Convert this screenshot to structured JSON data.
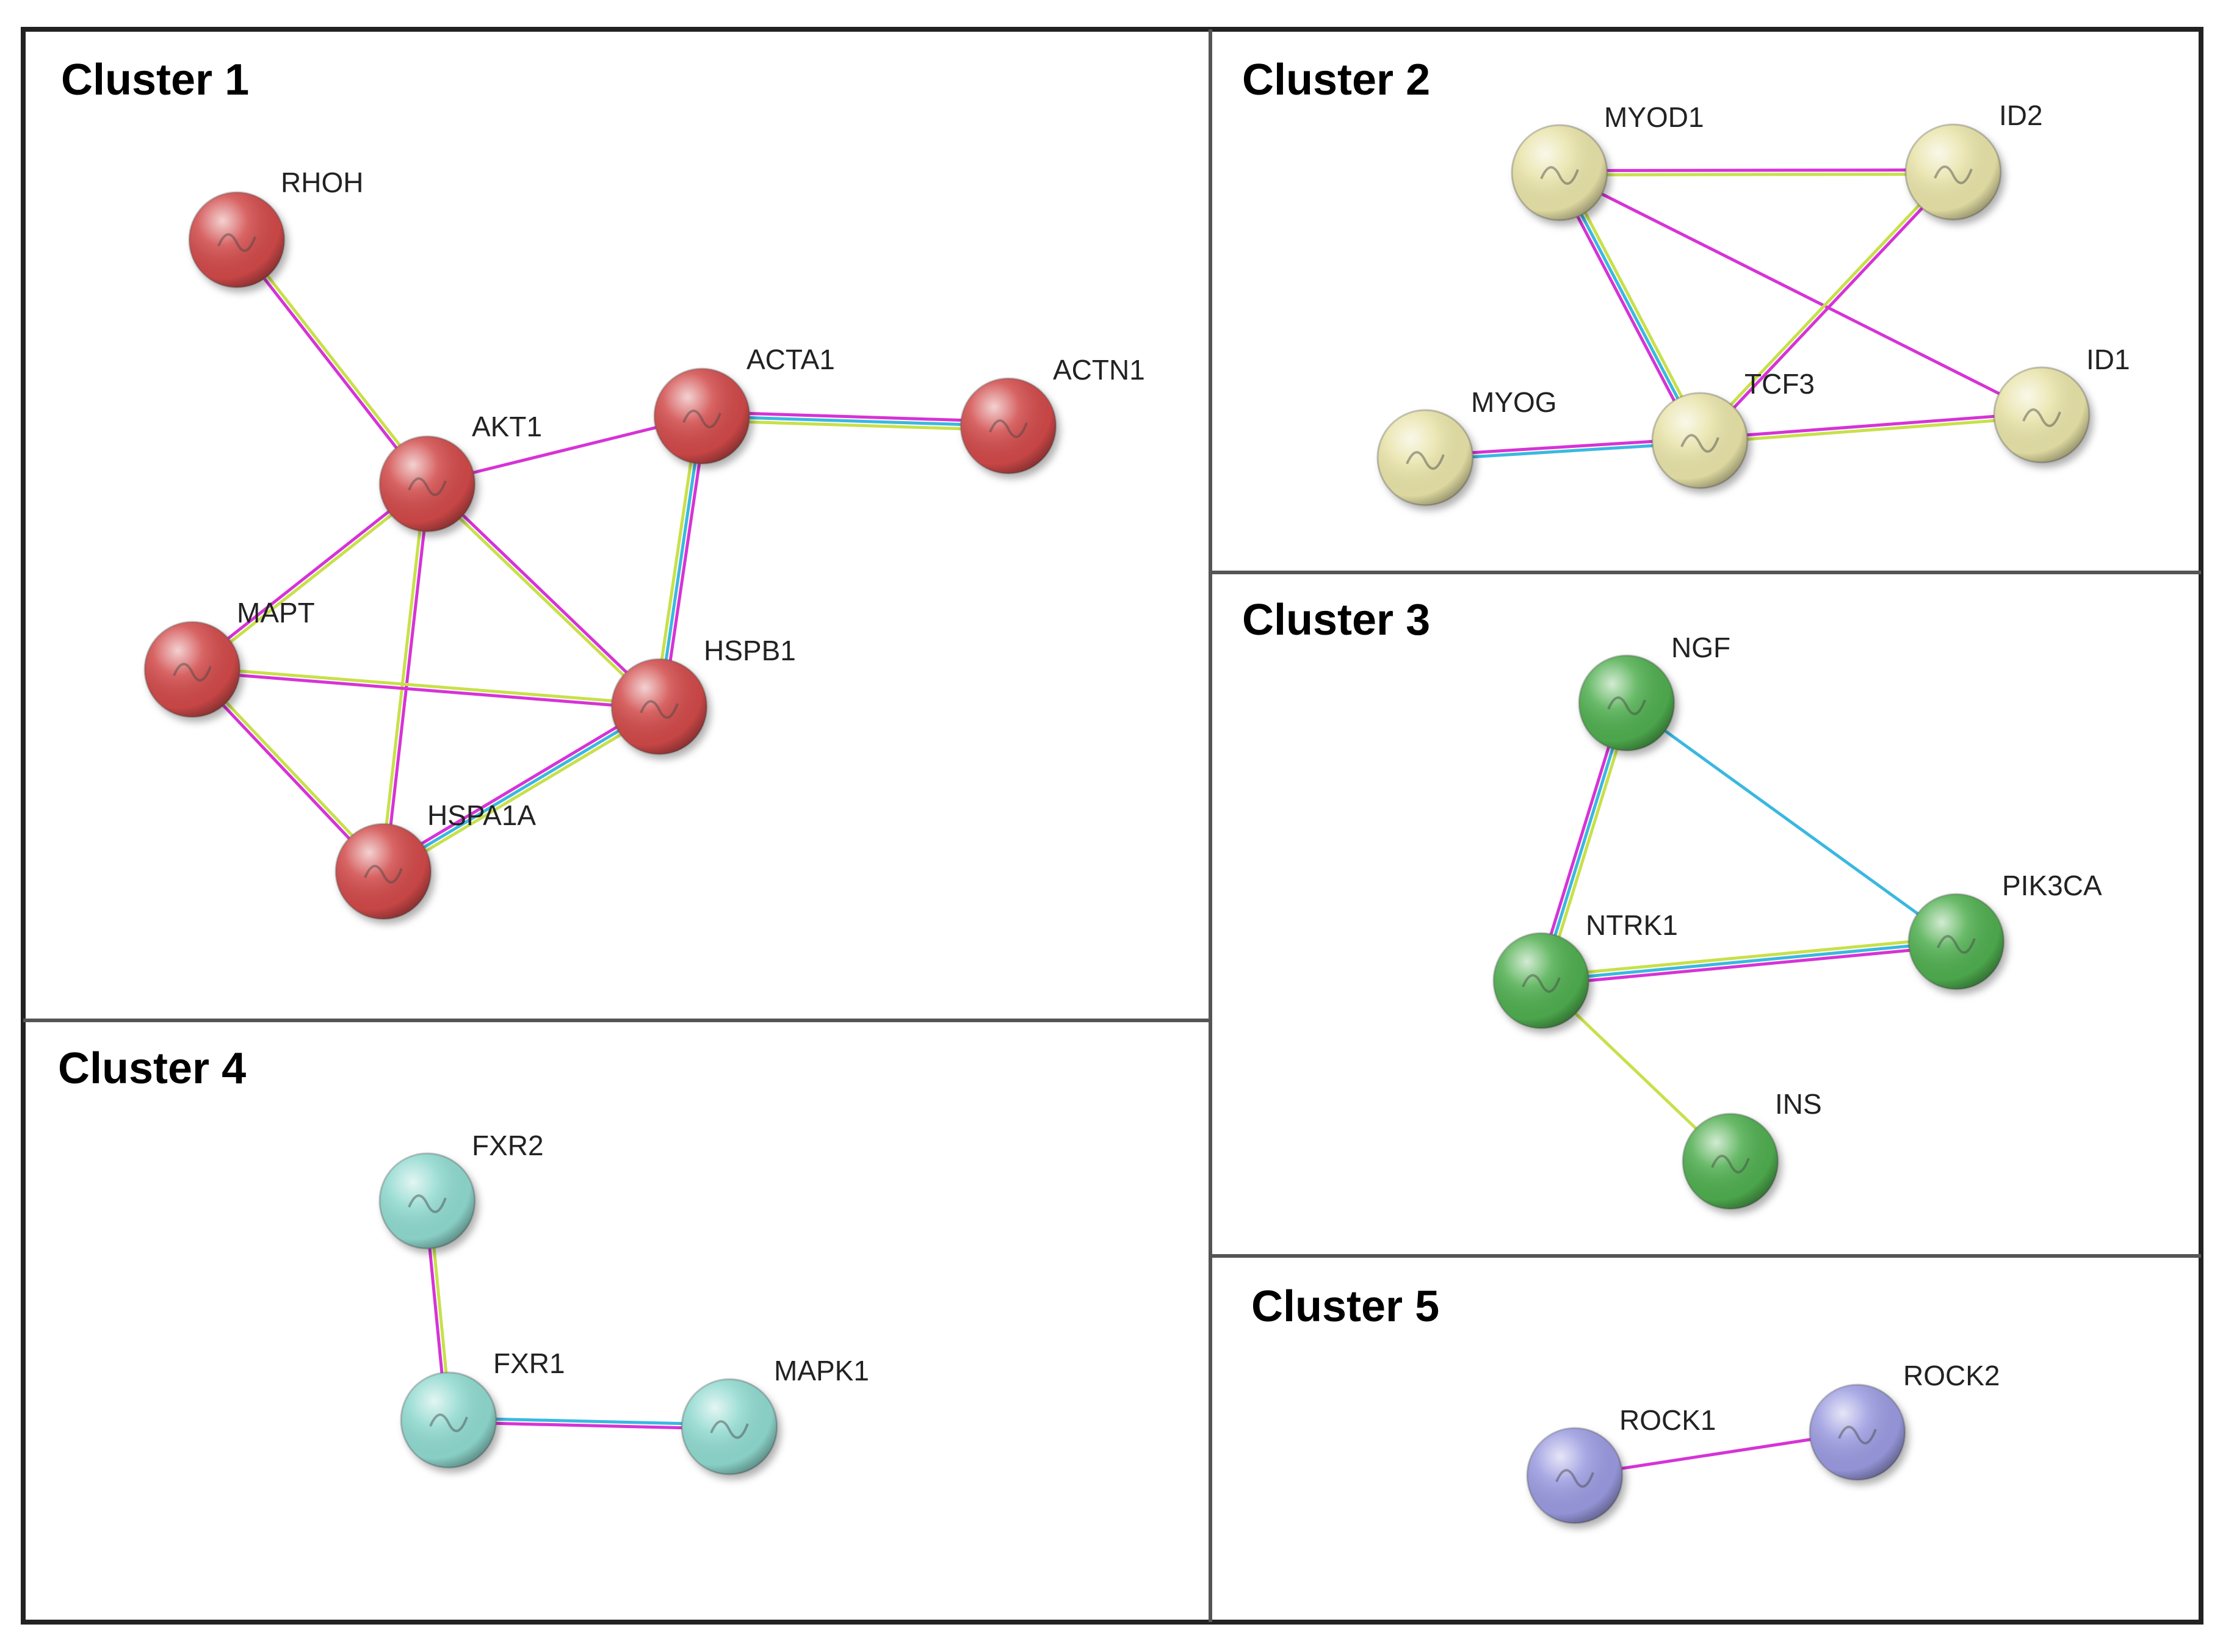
{
  "edge_colors": {
    "pink": "#d633d6",
    "yellow": "#c8e04a",
    "blue": "#3ab8e0"
  },
  "clusters": [
    {
      "title": "Cluster 1",
      "fill": "#d14a4a",
      "nodes": [
        {
          "id": "RHOH",
          "label": "RHOH"
        },
        {
          "id": "AKT1",
          "label": "AKT1"
        },
        {
          "id": "ACTA1",
          "label": "ACTA1"
        },
        {
          "id": "ACTN1",
          "label": "ACTN1"
        },
        {
          "id": "MAPT",
          "label": "MAPT"
        },
        {
          "id": "HSPB1",
          "label": "HSPB1"
        },
        {
          "id": "HSPA1A",
          "label": "HSPA1A"
        }
      ],
      "edges": [
        {
          "from": "RHOH",
          "to": "AKT1",
          "colors": [
            "yellow",
            "pink"
          ]
        },
        {
          "from": "AKT1",
          "to": "ACTA1",
          "colors": [
            "pink"
          ]
        },
        {
          "from": "ACTA1",
          "to": "ACTN1",
          "colors": [
            "pink",
            "blue",
            "yellow"
          ]
        },
        {
          "from": "AKT1",
          "to": "MAPT",
          "colors": [
            "yellow",
            "pink"
          ]
        },
        {
          "from": "AKT1",
          "to": "HSPB1",
          "colors": [
            "pink",
            "yellow"
          ]
        },
        {
          "from": "AKT1",
          "to": "HSPA1A",
          "colors": [
            "pink",
            "yellow"
          ]
        },
        {
          "from": "ACTA1",
          "to": "HSPB1",
          "colors": [
            "pink",
            "blue",
            "yellow"
          ]
        },
        {
          "from": "MAPT",
          "to": "HSPB1",
          "colors": [
            "yellow",
            "pink"
          ]
        },
        {
          "from": "MAPT",
          "to": "HSPA1A",
          "colors": [
            "yellow",
            "pink"
          ]
        },
        {
          "from": "HSPB1",
          "to": "HSPA1A",
          "colors": [
            "yellow",
            "blue",
            "pink"
          ]
        }
      ]
    },
    {
      "title": "Cluster 2",
      "fill": "#e8e3a8",
      "nodes": [
        {
          "id": "MYOD1",
          "label": "MYOD1"
        },
        {
          "id": "ID2",
          "label": "ID2"
        },
        {
          "id": "MYOG",
          "label": "MYOG"
        },
        {
          "id": "TCF3",
          "label": "TCF3"
        },
        {
          "id": "ID1",
          "label": "ID1"
        }
      ],
      "edges": [
        {
          "from": "MYOD1",
          "to": "ID2",
          "colors": [
            "pink",
            "yellow"
          ]
        },
        {
          "from": "MYOD1",
          "to": "TCF3",
          "colors": [
            "yellow",
            "blue",
            "pink"
          ]
        },
        {
          "from": "MYOD1",
          "to": "ID1",
          "colors": [
            "pink"
          ]
        },
        {
          "from": "ID2",
          "to": "TCF3",
          "colors": [
            "pink",
            "yellow"
          ]
        },
        {
          "from": "MYOG",
          "to": "TCF3",
          "colors": [
            "pink",
            "blue"
          ]
        },
        {
          "from": "TCF3",
          "to": "ID1",
          "colors": [
            "pink",
            "yellow"
          ]
        }
      ]
    },
    {
      "title": "Cluster 3",
      "fill": "#4fae4f",
      "nodes": [
        {
          "id": "NGF",
          "label": "NGF"
        },
        {
          "id": "PIK3CA",
          "label": "PIK3CA"
        },
        {
          "id": "NTRK1",
          "label": "NTRK1"
        },
        {
          "id": "INS",
          "label": "INS"
        }
      ],
      "edges": [
        {
          "from": "NGF",
          "to": "NTRK1",
          "colors": [
            "yellow",
            "blue",
            "pink"
          ]
        },
        {
          "from": "NGF",
          "to": "PIK3CA",
          "colors": [
            "blue"
          ]
        },
        {
          "from": "NTRK1",
          "to": "PIK3CA",
          "colors": [
            "yellow",
            "blue",
            "pink"
          ]
        },
        {
          "from": "NTRK1",
          "to": "INS",
          "colors": [
            "yellow"
          ]
        }
      ]
    },
    {
      "title": "Cluster 4",
      "fill": "#8fd9cf",
      "nodes": [
        {
          "id": "FXR2",
          "label": "FXR2"
        },
        {
          "id": "FXR1",
          "label": "FXR1"
        },
        {
          "id": "MAPK1",
          "label": "MAPK1"
        }
      ],
      "edges": [
        {
          "from": "FXR2",
          "to": "FXR1",
          "colors": [
            "yellow",
            "pink"
          ]
        },
        {
          "from": "FXR1",
          "to": "MAPK1",
          "colors": [
            "blue",
            "pink"
          ]
        }
      ]
    },
    {
      "title": "Cluster 5",
      "fill": "#9a9ae0",
      "nodes": [
        {
          "id": "ROCK1",
          "label": "ROCK1"
        },
        {
          "id": "ROCK2",
          "label": "ROCK2"
        }
      ],
      "edges": [
        {
          "from": "ROCK1",
          "to": "ROCK2",
          "colors": [
            "pink"
          ]
        }
      ]
    }
  ]
}
